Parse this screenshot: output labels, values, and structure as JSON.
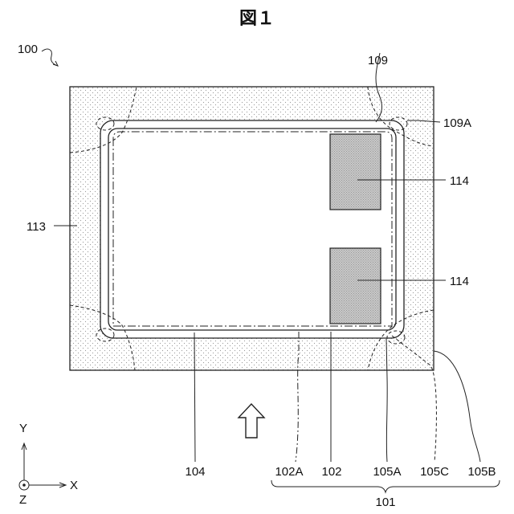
{
  "figure": {
    "title": "図１",
    "device_ref": "100",
    "labels": {
      "l109": "109",
      "l109A": "109A",
      "l113": "113",
      "l114a": "114",
      "l114b": "114",
      "l104": "104",
      "l102A": "102A",
      "l102": "102",
      "l105A": "105A",
      "l105C": "105C",
      "l105B": "105B",
      "l101": "101"
    },
    "axes": {
      "y": "Y",
      "x": "X",
      "z": "Z"
    },
    "colors": {
      "line": "#222222",
      "dot": "#9a9a9a",
      "pad": "#bcbcbc"
    }
  }
}
